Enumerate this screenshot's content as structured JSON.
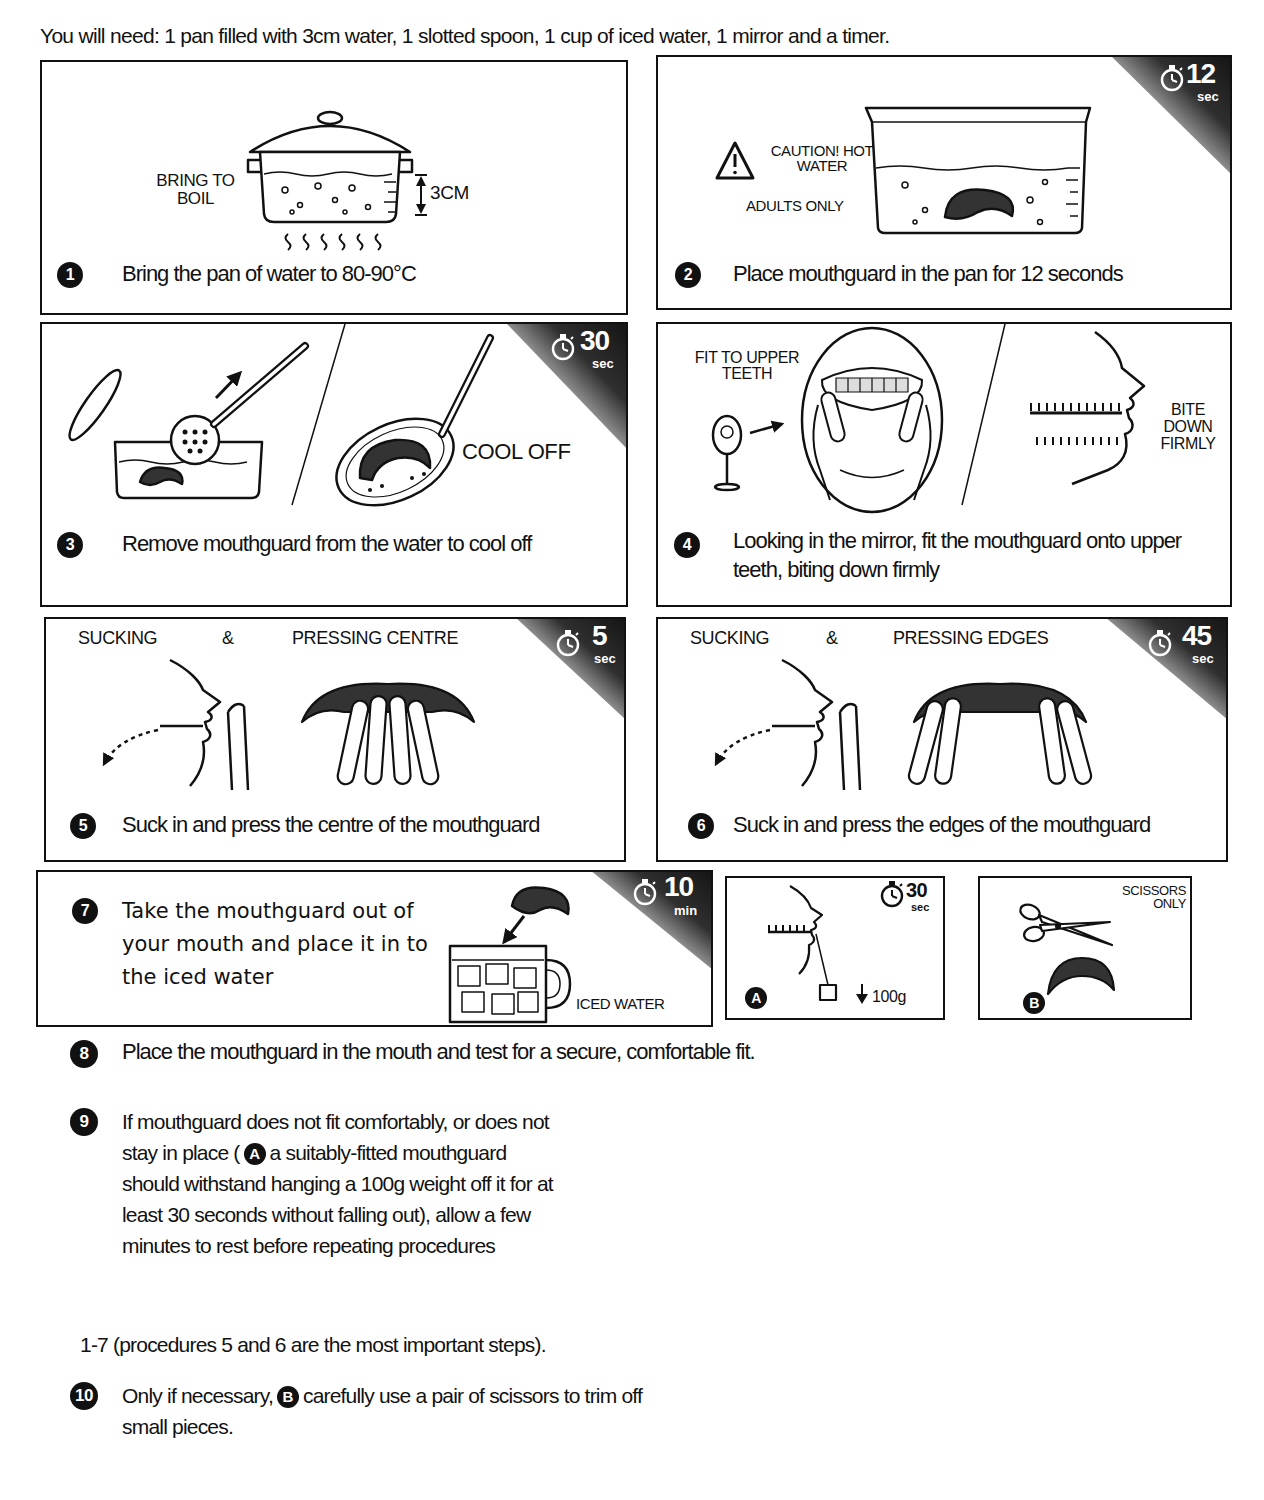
{
  "diagram": {
    "nodes": [
      {
        "text": [
          "BRING TO BOIL",
          "3CM",
          "1",
          "Bring the pan of water to 80-90°C"
        ]
      },
      {
        "text": [
          "12",
          "sec",
          "CAUTION! HOT WATER",
          "ADULTS ONLY",
          "2",
          "Place mouthguard in the pan for 12 seconds"
        ]
      },
      {
        "text": [
          "30",
          "sec",
          "COOL OFF",
          "3",
          "Remove mouthguard from the water to cool off"
        ]
      },
      {
        "text": [
          "FIT TO UPPER TEETH",
          "BITE DOWN FIRMLY",
          "4",
          "Looking in the mirror, fit the mouthguard onto upper teeth, biting down firmly"
        ]
      },
      {
        "text": [
          "SUCKING",
          "&",
          "PRESSING CENTRE",
          "5",
          "sec",
          "5",
          "Suck in and press the centre of the mouthguard"
        ]
      },
      {
        "text": [
          "SUCKING",
          "&",
          "PRESSING EDGES",
          "45",
          "sec",
          "6",
          "Suck in and press the edges of the mouthguard"
        ]
      },
      {
        "text": [
          "7",
          "Take the mouthguard out of your mouth and place it in to the iced water",
          "10",
          "min",
          "ICED WATER"
        ]
      },
      {
        "text": [
          "30",
          "sec",
          "A",
          "100g"
        ]
      },
      {
        "text": [
          "SCISSORS ONLY",
          "B"
        ]
      }
    ],
    "labels": [
      "You will need: 1 pan filled with 3cm water, 1 slotted spoon, 1 cup of iced water, 1 mirror and a timer.",
      "8",
      "Place the mouthguard in the mouth and test for a secure, comfortable fit.",
      "9",
      "If mouthguard does not fit comfortably, or does not stay in place (",
      "A",
      "a suitably-fitted mouthguard should withstand hanging a 100g weight off it for at least 30 seconds without falling out), allow a few minutes to rest before repeating procedures",
      "1-7 (procedures 5 and 6 are the most important steps).",
      "10",
      "Only if necessary,",
      "B",
      "carefully use a pair of scissors to trim off small pieces."
    ]
  }
}
